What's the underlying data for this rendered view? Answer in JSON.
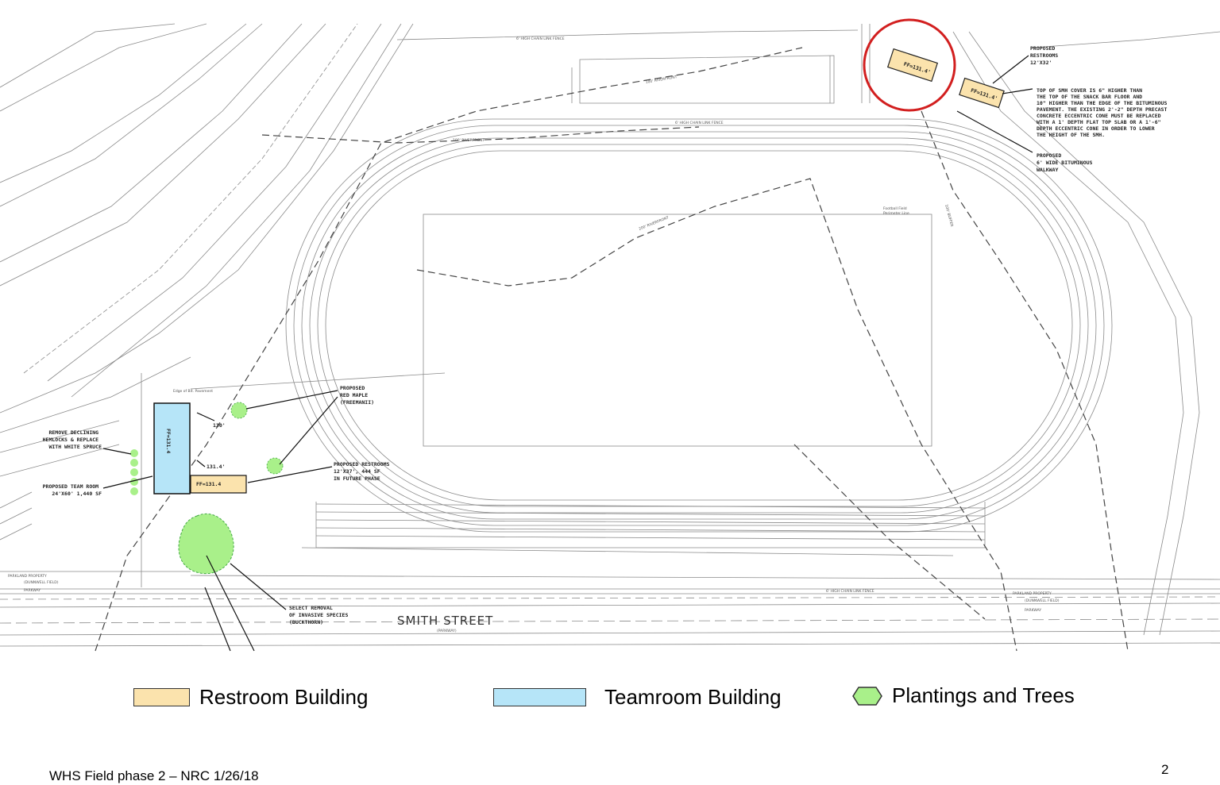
{
  "colors": {
    "restroom": "#fbe3ad",
    "teamroom": "#b6e5f8",
    "planting": "#a9f08a",
    "highlight": "#d21f1f"
  },
  "plan": {
    "annotations": {
      "restroom_ne": [
        "PROPOSED",
        "RESTROOMS",
        "12'X32'"
      ],
      "smh_note": [
        "TOP OF SMH COVER IS 6\" HIGHER THAN",
        "THE TOP OF THE SNACK BAR FLOOR AND",
        "10\" HIGHER THAN THE EDGE OF THE BITUMINOUS",
        "PAVEMENT.  THE EXISTING 2'-2\" DEPTH PRECAST",
        "CONCRETE ECCENTRIC CONE MUST BE REPLACED",
        "WITH A 1' DEPTH FLAT TOP SLAB OR A 1'-6\"",
        "DEPTH ECCENTRIC CONE IN ORDER TO LOWER",
        "THE HEIGHT OF THE SMH."
      ],
      "walkway": [
        "PROPOSED",
        "6' WIDE BITUMINOUS",
        "WALKWAY"
      ],
      "red_maple": [
        "PROPOSED",
        "RED MAPLE",
        "(FREEMANII)"
      ],
      "restroom_future": [
        "PROPOSED RESTROOMS",
        "12'X37', 444 SF",
        "IN FUTURE PHASE"
      ],
      "hemlocks": [
        "REMOVE DECLINING",
        "HEMLOCKS & REPLACE",
        "WITH WHITE SPRUCE"
      ],
      "team_room": [
        "PROPOSED TEAM ROOM",
        "24'X60' 1,440 SF"
      ],
      "invasive": [
        "SELECT REMOVAL",
        "OF INVASIVE SPECIES",
        "(BUCKTHORN)"
      ]
    },
    "ff_labels": {
      "circled": "FF=131.4'",
      "ne": "FF=131.4'",
      "team": "FF=131.4",
      "restroom_sw": "FF=131.4"
    },
    "elev_labels": {
      "e130": "130'",
      "e1314": "131.4'"
    },
    "street": "SMITH STREET",
    "street_sub": "(PARKWAY)",
    "parkland_w": [
      "PARKLAND PROPERTY",
      "(DUNNWELL FIELD)",
      "PARKWAY"
    ],
    "parkland_e": [
      "PARKLAND PROPERTY",
      "(DUNNWELL FIELD)",
      "PARKWAY"
    ],
    "minor": {
      "fence1": "6' HIGH CHAIN LINK FENCE",
      "fence2": "6' HIGH CHAIN LINK FENCE",
      "fence3": "6' HIGH CHAIN LINK FENCE",
      "floodway": "100' RIVERFRONT",
      "riverfront": "200' RIVERFRONT",
      "riverfront2": "100' RIVERFRONT",
      "buffer": "100' BUFFER",
      "ffp1": "Football Field",
      "ffp2": "Perimeter Line",
      "edge": "Edge of Bit. Pavement"
    }
  },
  "legend": [
    {
      "label": "Restroom Building",
      "icon": "rect-swatch-icon"
    },
    {
      "label": "Teamroom Building",
      "icon": "rect-swatch-icon"
    },
    {
      "label": "Plantings and Trees",
      "icon": "hexagon-swatch-icon"
    }
  ],
  "footer": {
    "left": "WHS Field phase 2 – NRC 1/26/18",
    "page_number": "2"
  }
}
